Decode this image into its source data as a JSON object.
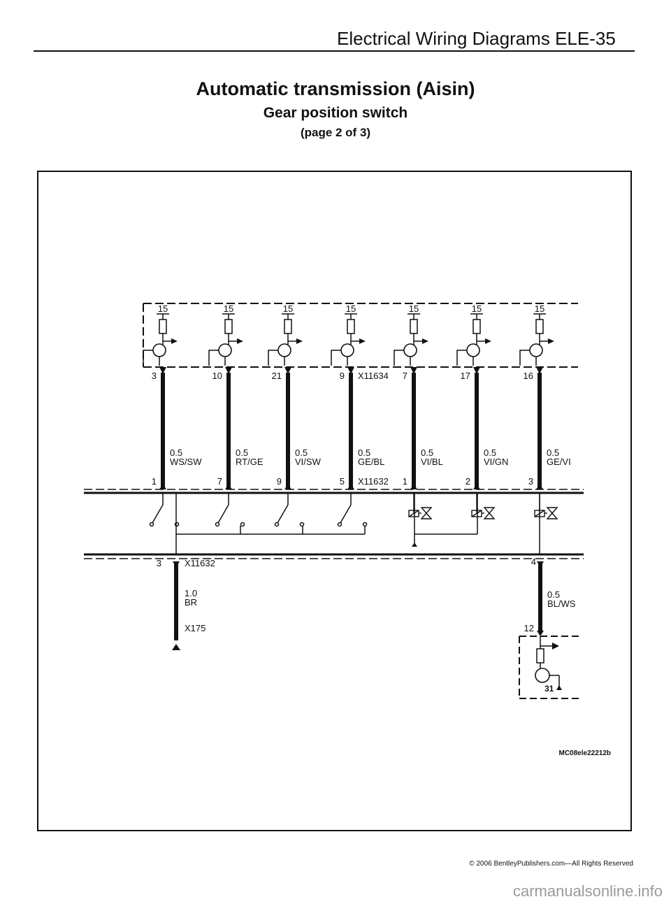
{
  "header": {
    "title": "Electrical Wiring Diagrams   ELE-35"
  },
  "title": "Automatic transmission (Aisin)",
  "subtitle": "Gear position switch",
  "pageinfo": "(page 2 of 3)",
  "top_module": {
    "supply_label": "15",
    "connector": "X11634",
    "pins": [
      "3",
      "10",
      "21",
      "9",
      "7",
      "17",
      "16"
    ]
  },
  "wires": [
    {
      "size": "0.5",
      "color": "WS/SW"
    },
    {
      "size": "0.5",
      "color": "RT/GE"
    },
    {
      "size": "0.5",
      "color": "VI/SW"
    },
    {
      "size": "0.5",
      "color": "GE/BL"
    },
    {
      "size": "0.5",
      "color": "VI/BL"
    },
    {
      "size": "0.5",
      "color": "VI/GN"
    },
    {
      "size": "0.5",
      "color": "GE/VI"
    }
  ],
  "switch_connector": {
    "name": "X11632",
    "pins": [
      "1",
      "7",
      "9",
      "5",
      "1",
      "2",
      "3"
    ]
  },
  "lower": {
    "connector": "X11632",
    "pin_left": "3",
    "pin_right": "4",
    "ground_wire": {
      "size": "1.0",
      "color": "BR"
    },
    "ground_point": "X175",
    "right_wire": {
      "size": "0.5",
      "color": "BL/WS"
    },
    "pin_bottom": "12",
    "ground_label": "31"
  },
  "diagram_code": "MC08ele22212b",
  "copyright": "© 2006 BentleyPublishers.com—All Rights Reserved",
  "watermark": "carmanualsonline.info"
}
